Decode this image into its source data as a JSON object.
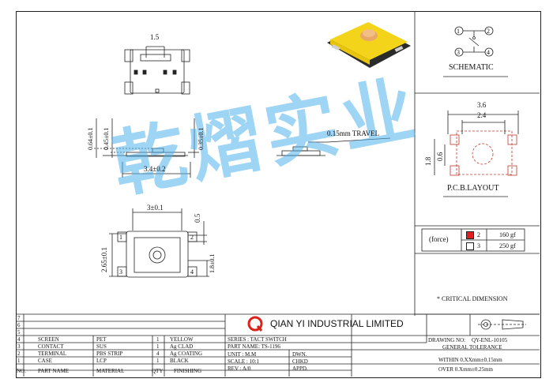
{
  "top_view": {
    "pitch_dim": "1.5"
  },
  "side_view": {
    "height_total": "0.64±0.1",
    "height_body": "0.45±0.1",
    "height_right": "0.35±0.1",
    "width": "3.4±0.2",
    "travel": "0.15mm TRAVEL"
  },
  "bottom_view": {
    "width": "3±0.1",
    "height": "2.65±0.1",
    "lead": "0.5",
    "pad": "1.8±0.1",
    "pin1": "1",
    "pin2": "2",
    "pin3": "3",
    "pin4": "4"
  },
  "schematic": {
    "label": "SCHEMATIC",
    "pin1": "1",
    "pin2": "2",
    "pin3": "3",
    "pin4": "4"
  },
  "pcb": {
    "label": "P.C.B.LAYOUT",
    "width_outer": "3.6",
    "width_inner": "2.4",
    "height_outer": "1.8",
    "height_inner": "0.6"
  },
  "force": {
    "label": "(force)",
    "options": [
      {
        "num": "2",
        "value": "160 gf",
        "color": "#e02020"
      },
      {
        "num": "3",
        "value": "250 gf",
        "color": "#ffffff"
      }
    ]
  },
  "critical": "* CRITICAL DIMENSION",
  "watermark": "乾熠实业",
  "title_block": {
    "company": "QIAN YI INDUSTRIAL LIMITED",
    "series": "SERIES : TACT SWITCH",
    "part_name": "PART NAME: TS-1196",
    "unit": "UNIT : M.M",
    "scale": "SCALE : 10:1",
    "rev": "REV  : A/0",
    "dwn": "DWN.",
    "chkd": "CHKD",
    "appd": "APPD.",
    "drawing_no_label": "DRAWING NO:",
    "drawing_no": "QY-ENL-10105",
    "general_tolerance": "GENERAL TOLERANCE",
    "tol_within": "WITHIN 0.XXmm±0.15mm",
    "tol_over": "OVER   0.Xmm±0.25mm",
    "brand_color": "#d9231b"
  },
  "bom": {
    "row_numbers": [
      "7",
      "6",
      "5",
      "4",
      "3",
      "2",
      "1"
    ],
    "header": {
      "no": "NO.",
      "part_name": "PART NAME",
      "material": "MATERIAL",
      "qty": "QTY",
      "finishing": "FINISHING"
    },
    "rows": [
      {
        "no": "4",
        "part_name": "SCREEN",
        "material": "PET",
        "qty": "1",
        "finishing": "YELLOW"
      },
      {
        "no": "3",
        "part_name": "CONTACT",
        "material": "SUS",
        "qty": "1",
        "finishing": "Ag CLAD"
      },
      {
        "no": "2",
        "part_name": "TERMINAL",
        "material": "PBS STRIP",
        "qty": "4",
        "finishing": "Ag COATING"
      },
      {
        "no": "1",
        "part_name": "CASE",
        "material": "LCP",
        "qty": "1",
        "finishing": "BLACK"
      }
    ]
  }
}
